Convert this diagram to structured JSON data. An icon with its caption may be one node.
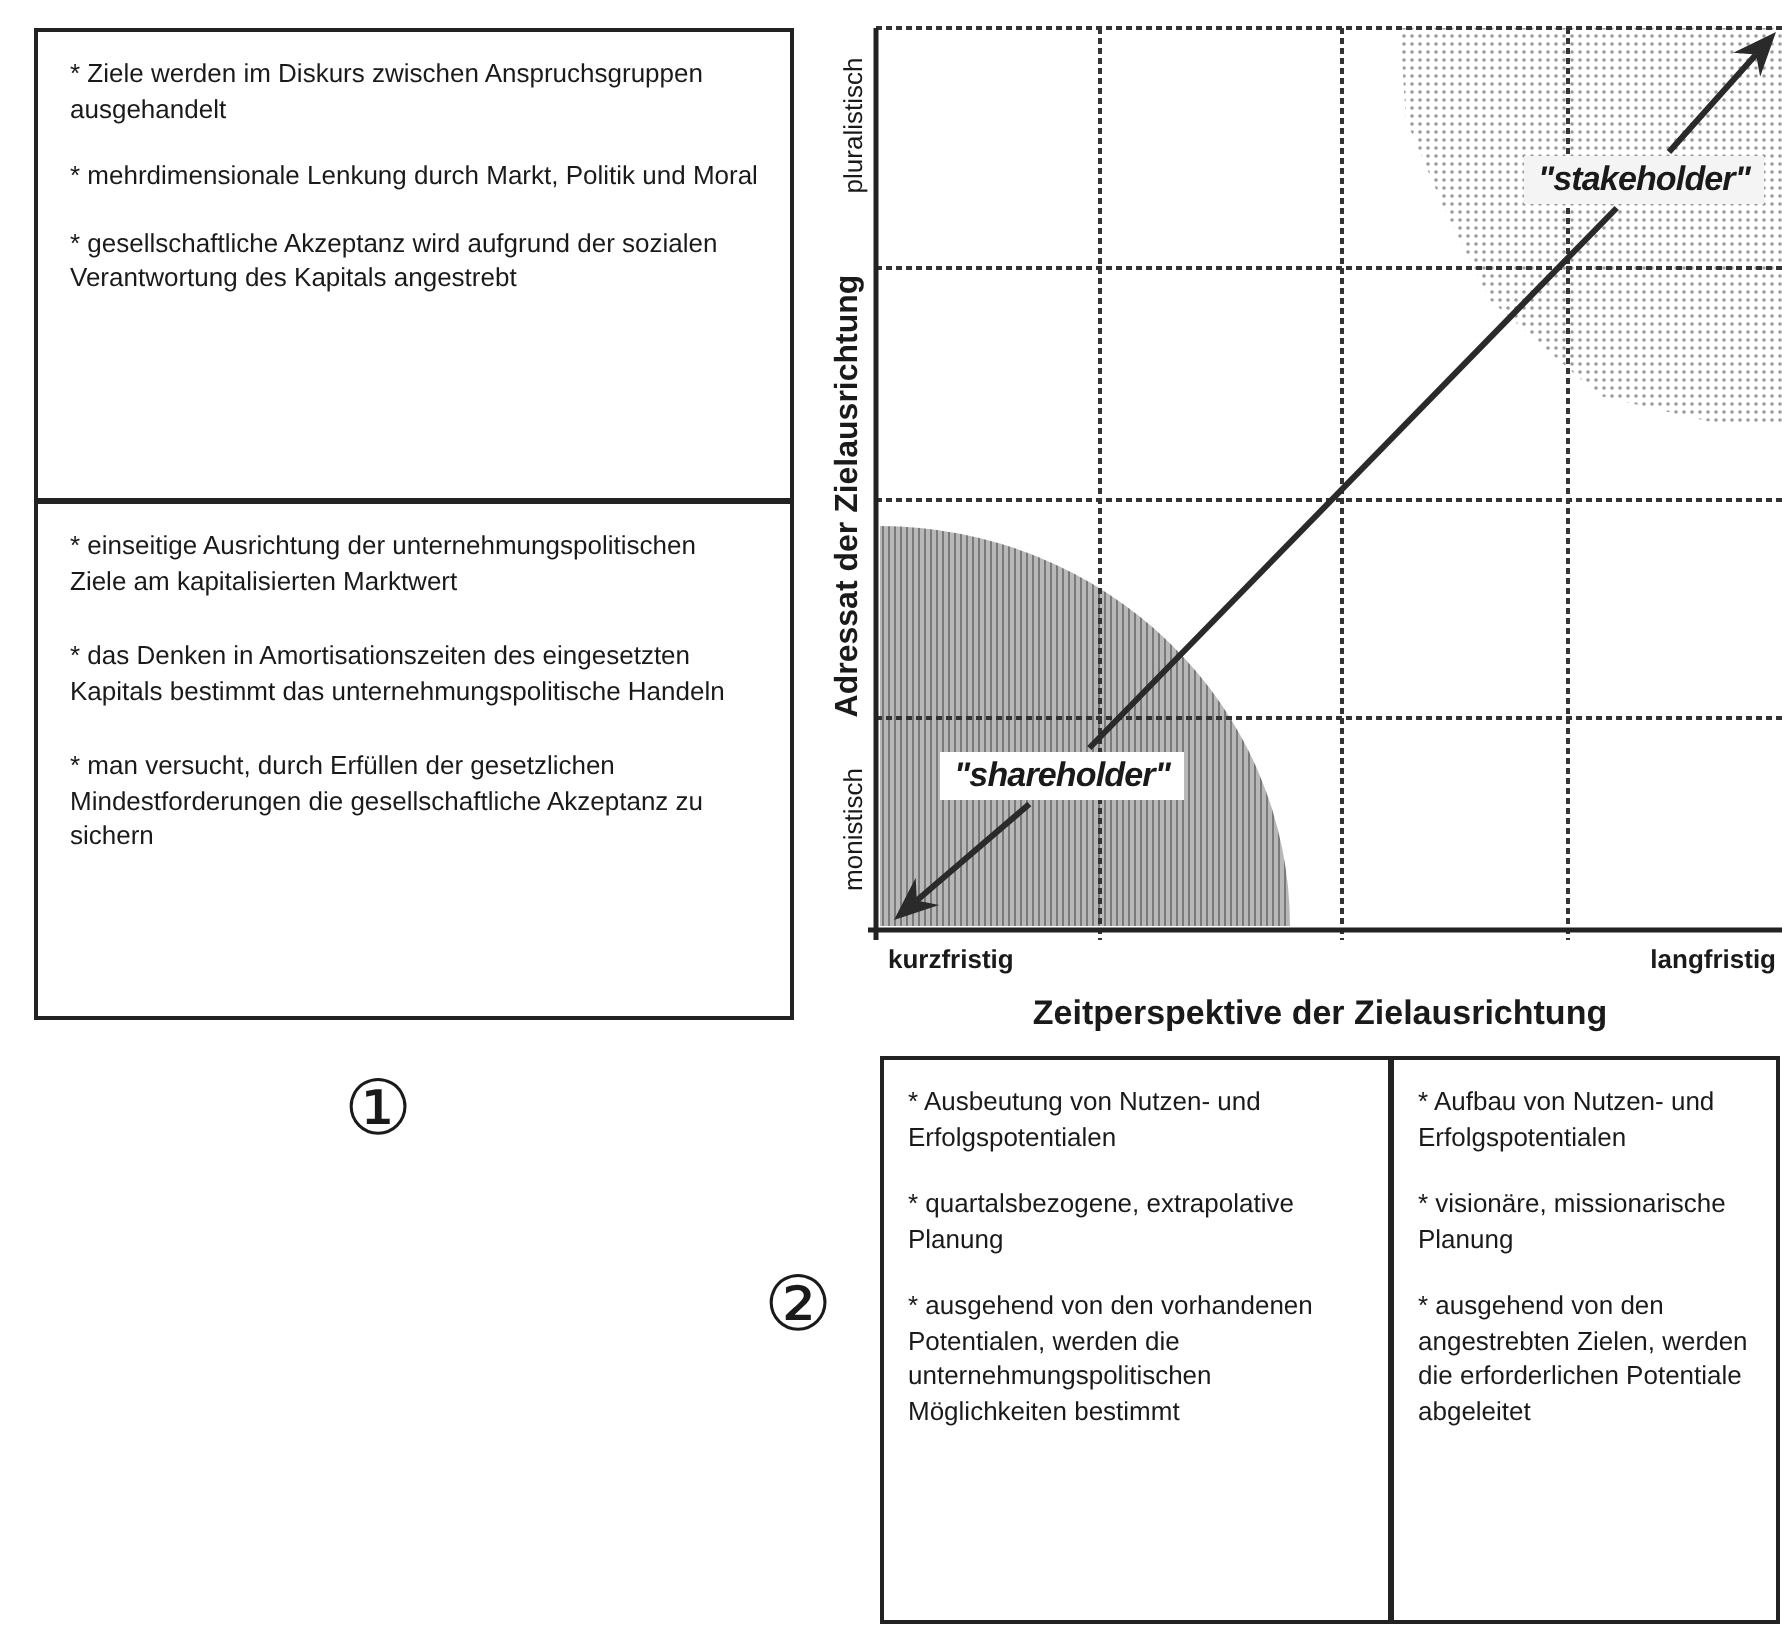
{
  "diagram": {
    "nodes": [
      {
        "text": [
          "* Ziele werden im Diskurs zwischen Anspruchsgruppen ausgehandelt",
          "* mehrdimensionale Lenkung durch Markt, Politik und Moral",
          "* gesellschaftliche Akzeptanz wird aufgrund der sozialen Verantwortung des Kapitals angestrebt"
        ]
      },
      {
        "text": [
          "* einseitige Ausrichtung der unternehmungspolitischen Ziele am kapitalisierten Marktwert",
          "* das Denken in Amortisationszeiten des eingesetzten Kapitals bestimmt das unternehmungspolitische Handeln",
          "* man versucht, durch Erfüllen der gesetzlichen Mindestforderungen die gesellschaftliche Akzeptanz zu sichern"
        ]
      },
      {
        "text": [
          "\"shareholder\""
        ]
      },
      {
        "text": [
          "\"stakeholder\""
        ]
      },
      {
        "text": [
          "* Ausbeutung von Nutzen- und Erfolgspotentialen",
          "* quartalsbezogene, extrapolative Planung",
          "* ausgehend von den vorhandenen Potentialen, werden die unternehmungspolitischen Möglichkeiten bestimmt"
        ]
      },
      {
        "text": [
          "* Aufbau von Nutzen- und Erfolgspotentialen",
          "* visionäre, missionarische Planung",
          "* ausgehend von den angestrebten Zielen, werden die erforderlichen Potentiale abgeleitet"
        ]
      }
    ],
    "edges": [
      {
        "from": 2,
        "to": null,
        "arrow": "to"
      },
      {
        "from": 2,
        "to": 3,
        "arrow": "none"
      },
      {
        "from": 3,
        "to": null,
        "arrow": "to"
      }
    ],
    "labels": [
      "pluralistisch",
      "Adressat der Zielausrichtung",
      "monistisch",
      "kurzfristig",
      "langfristig",
      "Zeitperspektive der Zielausrichtung",
      "①",
      "②"
    ]
  }
}
